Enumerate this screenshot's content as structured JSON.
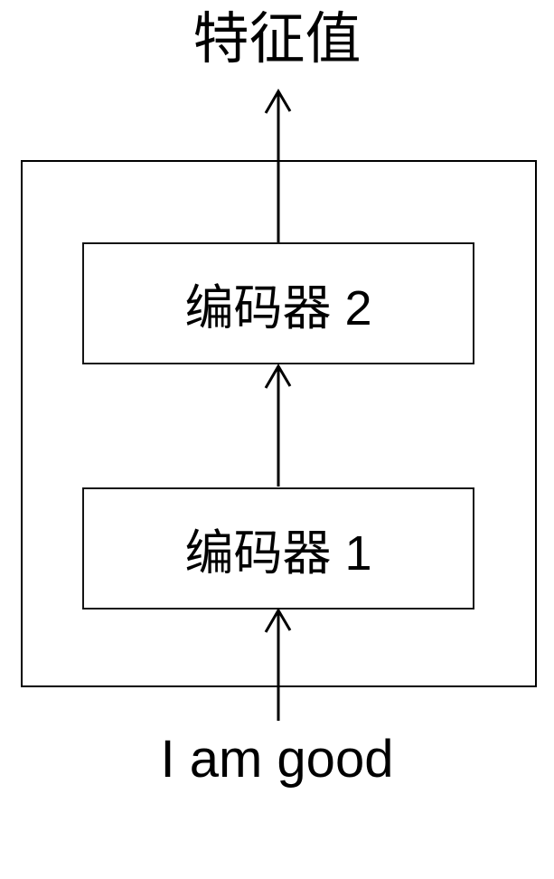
{
  "diagram": {
    "output_label": "特征值",
    "encoders": [
      {
        "label": "编码器 2"
      },
      {
        "label": "编码器 1"
      }
    ],
    "input_label": "I am good",
    "line_color": "#000000",
    "background_color": "#ffffff",
    "icons": [
      {
        "name": "arrow-up-icon",
        "glyph": "↑",
        "count": 3
      }
    ]
  }
}
